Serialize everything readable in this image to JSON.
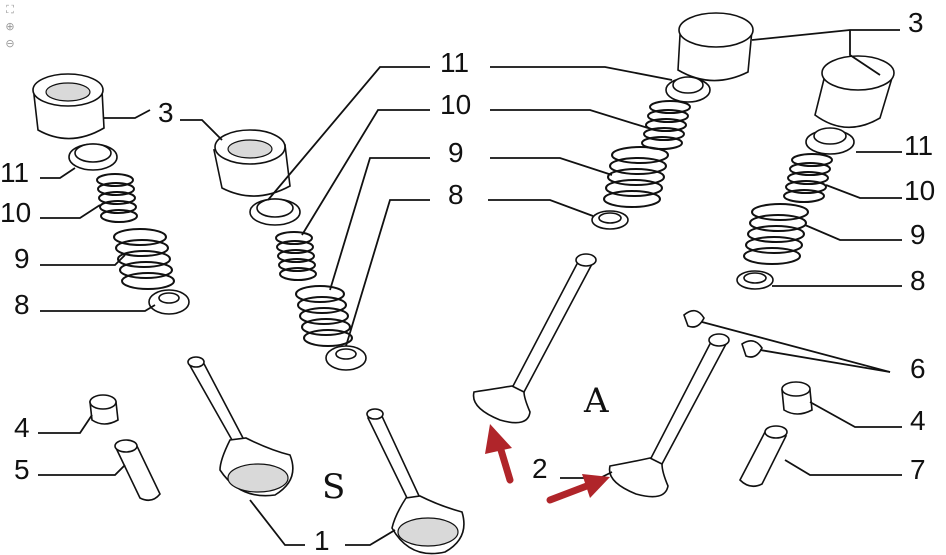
{
  "toolbar": {
    "fit_icon": "fit-screen-icon",
    "zoom_in_icon": "zoom-in-icon",
    "zoom_out_icon": "zoom-out-icon"
  },
  "labels": {
    "l3_left": "3",
    "l11_left": "11",
    "l10_left": "10",
    "l9_left": "9",
    "l8_left": "8",
    "l4_left": "4",
    "l5_left": "5",
    "l1": "1",
    "l11_mid": "11",
    "l10_mid": "10",
    "l9_mid": "9",
    "l8_mid": "8",
    "l3_right": "3",
    "l11_right": "11",
    "l10_right": "10",
    "l9_right": "9",
    "l8_right": "8",
    "l6": "6",
    "l4_right": "4",
    "l7": "7",
    "l2": "2",
    "section_s": "S",
    "section_a": "A"
  },
  "colors": {
    "arrow": "#b0252a",
    "line": "#111111"
  }
}
